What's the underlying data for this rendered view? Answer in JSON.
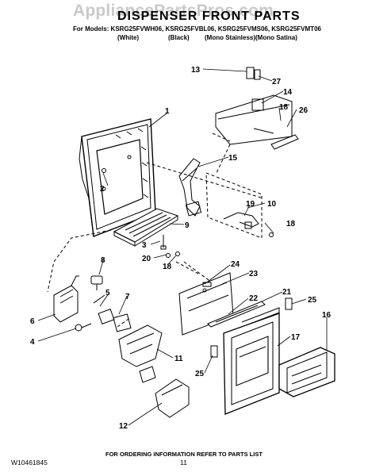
{
  "watermark": "AppliancePartsPros.com",
  "title": "DISPENSER FRONT PARTS",
  "models": "For Models: KSRG25FVWH06, KSRG25FVBL06, KSRG25FVMS06, KSRG25FVMT06",
  "colors": [
    "(White)",
    "(Black)",
    "(Mono Stainless)",
    "(Mono Satina)"
  ],
  "footer": "FOR ORDERING INFORMATION REFER TO PARTS LIST",
  "doc_number": "W10461845",
  "page_number": "11",
  "part_labels": [
    "13",
    "27",
    "14",
    "18",
    "26",
    "1",
    "2",
    "15",
    "10",
    "19",
    "18",
    "9",
    "3",
    "20",
    "18",
    "8",
    "24",
    "23",
    "21",
    "22",
    "25",
    "5",
    "7",
    "6",
    "4",
    "16",
    "17",
    "11",
    "25",
    "12"
  ]
}
